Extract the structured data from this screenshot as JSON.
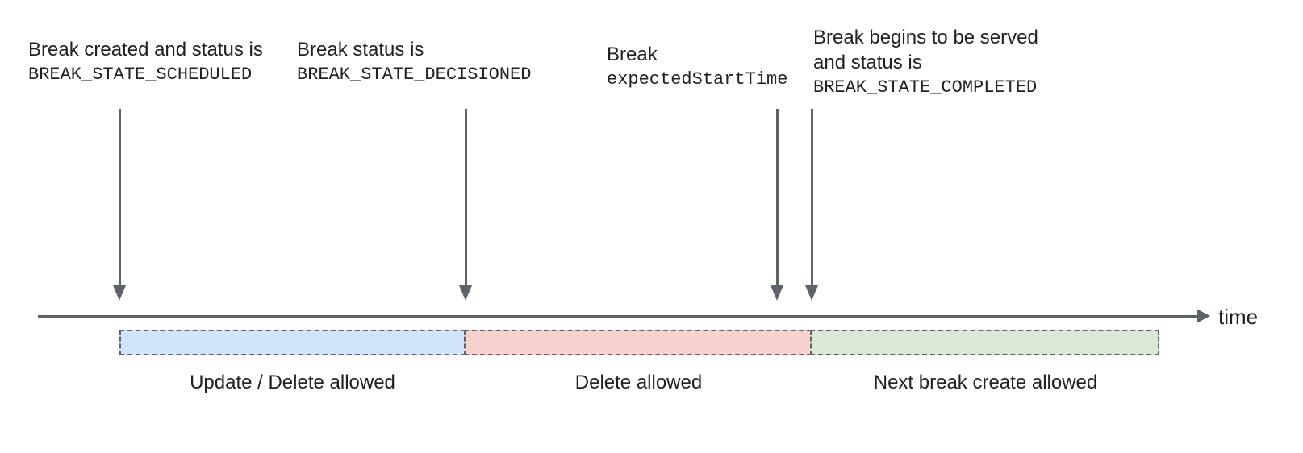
{
  "diagram": {
    "title_hint": "break lifecycle timeline",
    "colors": {
      "text": "#202124",
      "line": "#5f6368",
      "segment_blue": "#d2e3fc",
      "segment_red": "#f7d2cf",
      "segment_green": "#dbe8d5"
    },
    "annotations": {
      "a1": {
        "line1": "Break created and status is",
        "line2": "BREAK_STATE_SCHEDULED"
      },
      "a2": {
        "line1": "Break status is",
        "line2": "BREAK_STATE_DECISIONED"
      },
      "a3": {
        "line1": "Break",
        "line2": "expectedStartTime"
      },
      "a4": {
        "line1": "Break begins to be served",
        "line2": "and status is",
        "line3": "BREAK_STATE_COMPLETED"
      }
    },
    "axis": {
      "label": "time"
    },
    "segments": {
      "blue": {
        "label": "Update / Delete allowed",
        "fill": "#d2e3fc"
      },
      "red": {
        "label": "Delete allowed",
        "fill": "#f7d2cf"
      },
      "green": {
        "label": "Next break create allowed",
        "fill": "#dbe8d5"
      }
    }
  }
}
